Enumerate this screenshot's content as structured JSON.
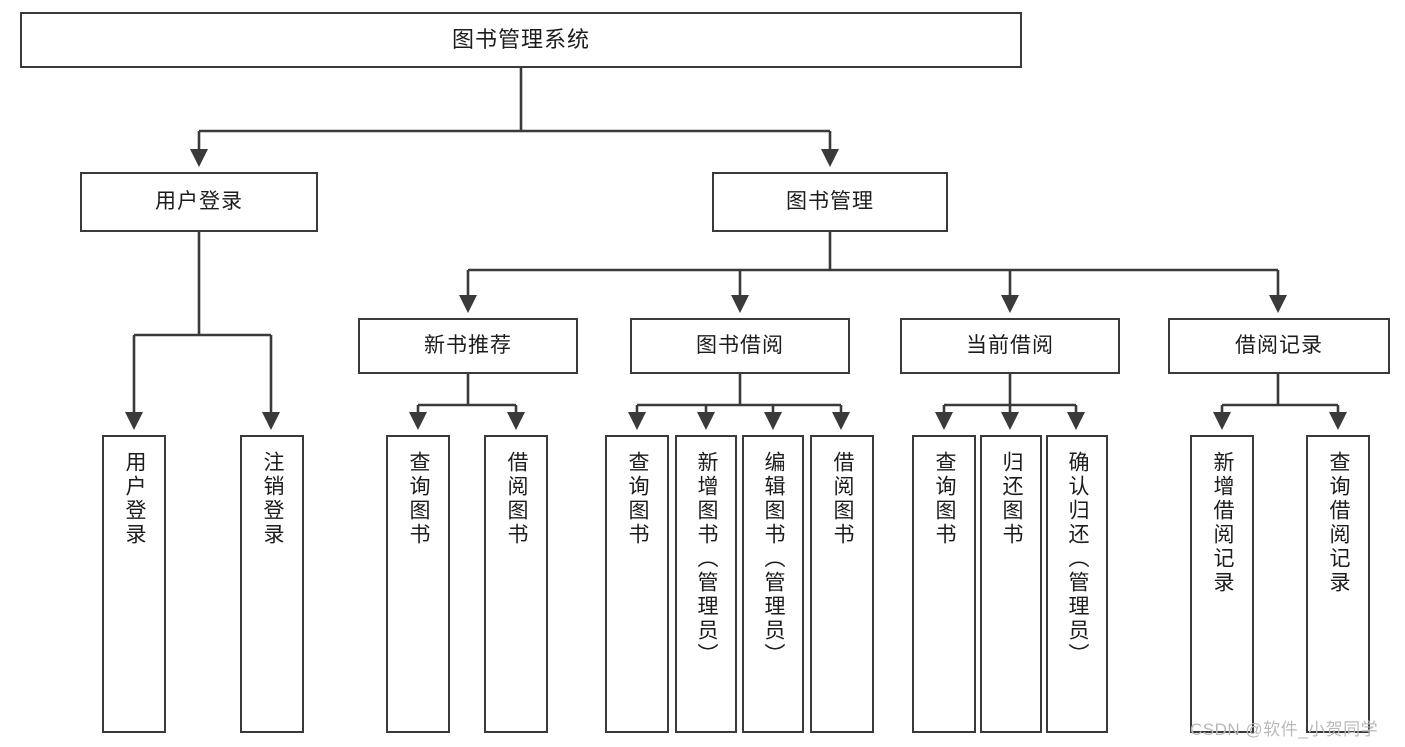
{
  "diagram": {
    "title": "图书管理系统",
    "type": "functional-structure-tree",
    "watermark": "CSDN @软件_小贺同学",
    "colors": {
      "background": "#ffffff",
      "box_border": "#3a3a3a",
      "box_fill": "#ffffff",
      "line": "#3a3a3a",
      "text": "#1c1c1c",
      "watermark": "#b9b9b9"
    },
    "root": {
      "label": "图书管理系统"
    },
    "level1": [
      {
        "id": "user-login",
        "label": "用户登录"
      },
      {
        "id": "book-manage",
        "label": "图书管理"
      }
    ],
    "level2": [
      {
        "id": "new-book-recommend",
        "label": "新书推荐",
        "parent": "book-manage"
      },
      {
        "id": "book-borrow",
        "label": "图书借阅",
        "parent": "book-manage"
      },
      {
        "id": "current-borrow",
        "label": "当前借阅",
        "parent": "book-manage"
      },
      {
        "id": "borrow-record",
        "label": "借阅记录",
        "parent": "book-manage"
      }
    ],
    "leaves": {
      "user_login": [
        {
          "id": "leaf-user-login",
          "label": "用户登录"
        },
        {
          "id": "leaf-user-logout",
          "label": "注销登录"
        }
      ],
      "new_book_recommend": [
        {
          "id": "leaf-query-book-1",
          "label": "查询图书"
        },
        {
          "id": "leaf-borrow-book-1",
          "label": "借阅图书"
        }
      ],
      "book_borrow": [
        {
          "id": "leaf-query-book-2",
          "label": "查询图书"
        },
        {
          "id": "leaf-add-book",
          "label": "新增图书（管理员）"
        },
        {
          "id": "leaf-edit-book",
          "label": "编辑图书（管理员）"
        },
        {
          "id": "leaf-borrow-book-2",
          "label": "借阅图书"
        }
      ],
      "current_borrow": [
        {
          "id": "leaf-query-book-3",
          "label": "查询图书"
        },
        {
          "id": "leaf-return-book",
          "label": "归还图书"
        },
        {
          "id": "leaf-confirm-return",
          "label": "确认归还（管理员）"
        }
      ],
      "borrow_record": [
        {
          "id": "leaf-add-record",
          "label": "新增借阅记录"
        },
        {
          "id": "leaf-query-record",
          "label": "查询借阅记录"
        }
      ]
    }
  }
}
